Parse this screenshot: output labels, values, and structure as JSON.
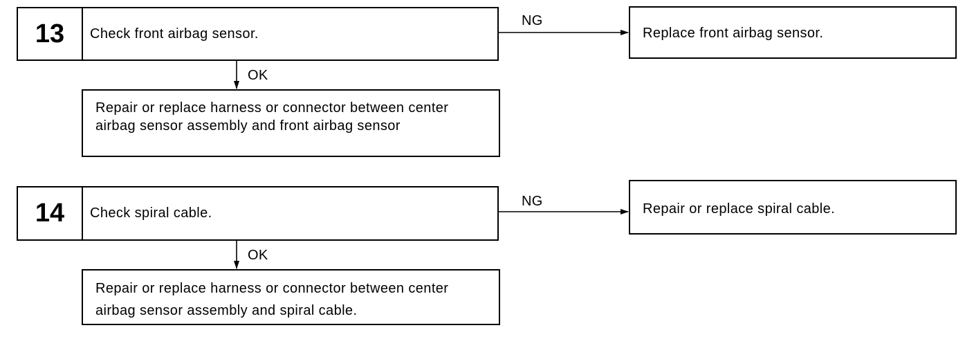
{
  "steps": [
    {
      "number": "13",
      "check": "Check front airbag sensor.",
      "ng_label": "NG",
      "ng_action": "Replace front airbag sensor.",
      "ok_label": "OK",
      "ok_action": "Repair or replace harness or connector between center airbag sensor assembly and front airbag sensor"
    },
    {
      "number": "14",
      "check": "Check spiral cable.",
      "ng_label": "NG",
      "ng_action": "Repair or replace spiral cable.",
      "ok_label": "OK",
      "ok_action": "Repair or replace harness or connector between center airbag sensor assembly and spiral cable."
    }
  ]
}
